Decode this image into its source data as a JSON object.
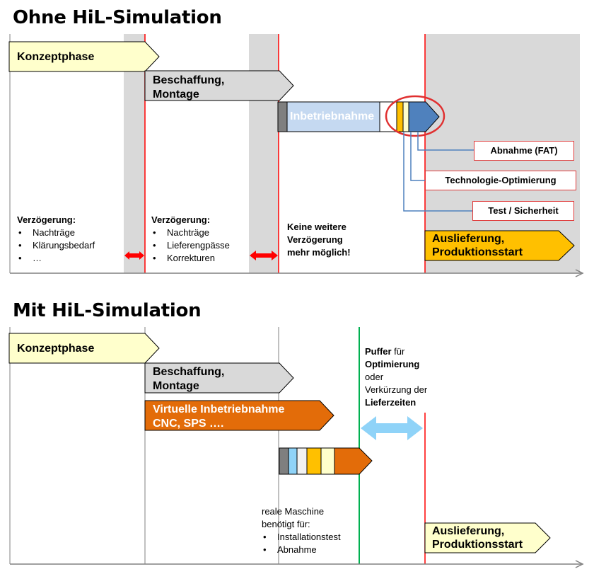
{
  "top": {
    "title": "Ohne HiL-Simulation",
    "konzept": "Konzeptphase",
    "beschaffung": [
      "Beschaffung,",
      "Montage"
    ],
    "inbetrieb": "Inbetriebnahme",
    "boxes": {
      "abnahme": "Abnahme (FAT)",
      "technologie": "Technologie-Optimierung",
      "test": "Test / Sicherheit"
    },
    "auslieferung": [
      "Auslieferung,",
      "Produktionsstart"
    ],
    "delay1": {
      "heading": "Verzögerung:",
      "items": [
        "Nachträge",
        "Klärungsbedarf",
        "…"
      ]
    },
    "delay2": {
      "heading": "Verzögerung:",
      "items": [
        "Nachträge",
        "Lieferengpässe",
        "Korrekturen"
      ]
    },
    "nodelay": [
      "Keine weitere",
      "Verzögerung",
      "mehr möglich!"
    ]
  },
  "bottom": {
    "title": "Mit HiL-Simulation",
    "konzept": "Konzeptphase",
    "beschaffung": [
      "Beschaffung,",
      "Montage"
    ],
    "virtuell": [
      "Virtuelle Inbetriebnahme",
      "CNC, SPS …."
    ],
    "puffer": {
      "line1_bold": "Puffer",
      "line1_rest": " für",
      "line2": "Optimierung",
      "line3": "oder",
      "line4": "Verkürzung der",
      "line5": "Lieferzeiten"
    },
    "reale": {
      "line1": "reale Maschine",
      "line2": "benötigt für:",
      "items": [
        "Installationstest",
        "Abnahme"
      ]
    },
    "auslieferung": [
      "Auslieferung,",
      "Produktionsstart"
    ]
  },
  "colors": {
    "konzept": "#ffffcc",
    "gray_arrow": "#d9d9d9",
    "inbetrieb": "#c5d9f1",
    "blue_tip": "#4f81bd",
    "orange": "#e36c09",
    "gold": "#ffc000",
    "red": "#ff0000",
    "green": "#00b050",
    "light_blue": "#8fd3f8",
    "shade": "#d9d9d9"
  }
}
